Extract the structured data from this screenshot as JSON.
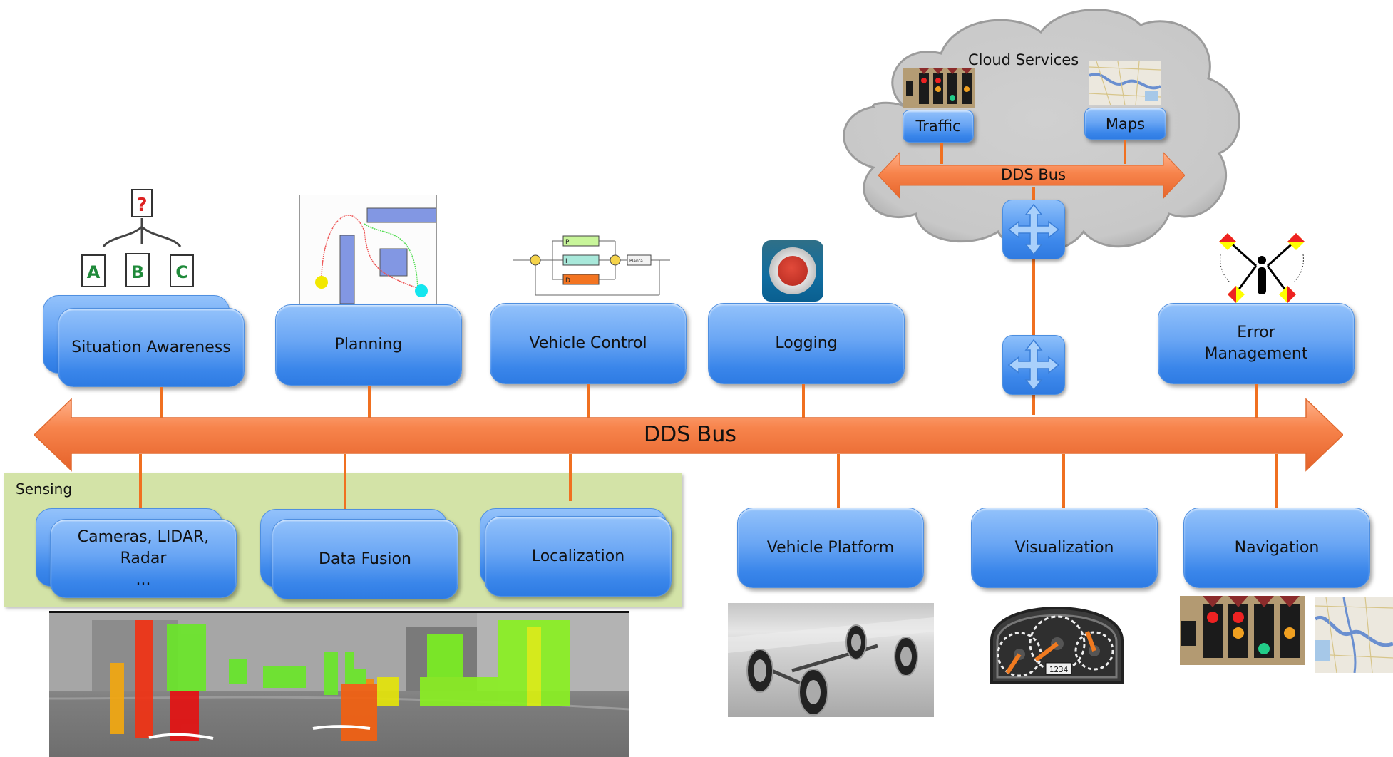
{
  "diagram": {
    "main_bus": {
      "label": "DDS Bus",
      "color": "#f47b3e"
    },
    "cloud": {
      "title": "Cloud Services",
      "bus_label": "DDS Bus",
      "services": [
        {
          "label": "Traffic",
          "image": "traffic-lights"
        },
        {
          "label": "Maps",
          "image": "city-map"
        }
      ],
      "routers": [
        "cloud-router",
        "gateway-router"
      ]
    },
    "top_components": [
      {
        "label": "Situation Awareness",
        "stacked": true,
        "image": "decision-tree-abc"
      },
      {
        "label": "Planning",
        "stacked": false,
        "image": "path-planning-map"
      },
      {
        "label": "Vehicle Control",
        "stacked": false,
        "image": "pid-controller-diagram"
      },
      {
        "label": "Logging",
        "stacked": false,
        "image": "record-button"
      },
      {
        "label": "Error Management",
        "stacked": false,
        "image": "semaphore-flags"
      }
    ],
    "pid_diagram": {
      "p": "P",
      "i": "I",
      "d": "D",
      "plant": "Planta"
    },
    "sensing": {
      "title": "Sensing",
      "color": "#d3e3a7",
      "components": [
        {
          "label_line1": "Cameras, LIDAR,",
          "label_line2": "Radar",
          "label_line3": "...",
          "stacked": true
        },
        {
          "label": "Data Fusion",
          "stacked": true
        },
        {
          "label": "Localization",
          "stacked": true
        }
      ],
      "image": "street-scene-lidar-obstacles"
    },
    "bottom_components": [
      {
        "label": "Vehicle Platform",
        "image": "car-chassis"
      },
      {
        "label": "Visualization",
        "image": "dashboard-gauge"
      },
      {
        "label": "Navigation",
        "image": "traffic-lights-and-map"
      }
    ],
    "gauge_odometer": "1234",
    "error_mgmt_line1": "Error",
    "error_mgmt_line2": "Management"
  }
}
